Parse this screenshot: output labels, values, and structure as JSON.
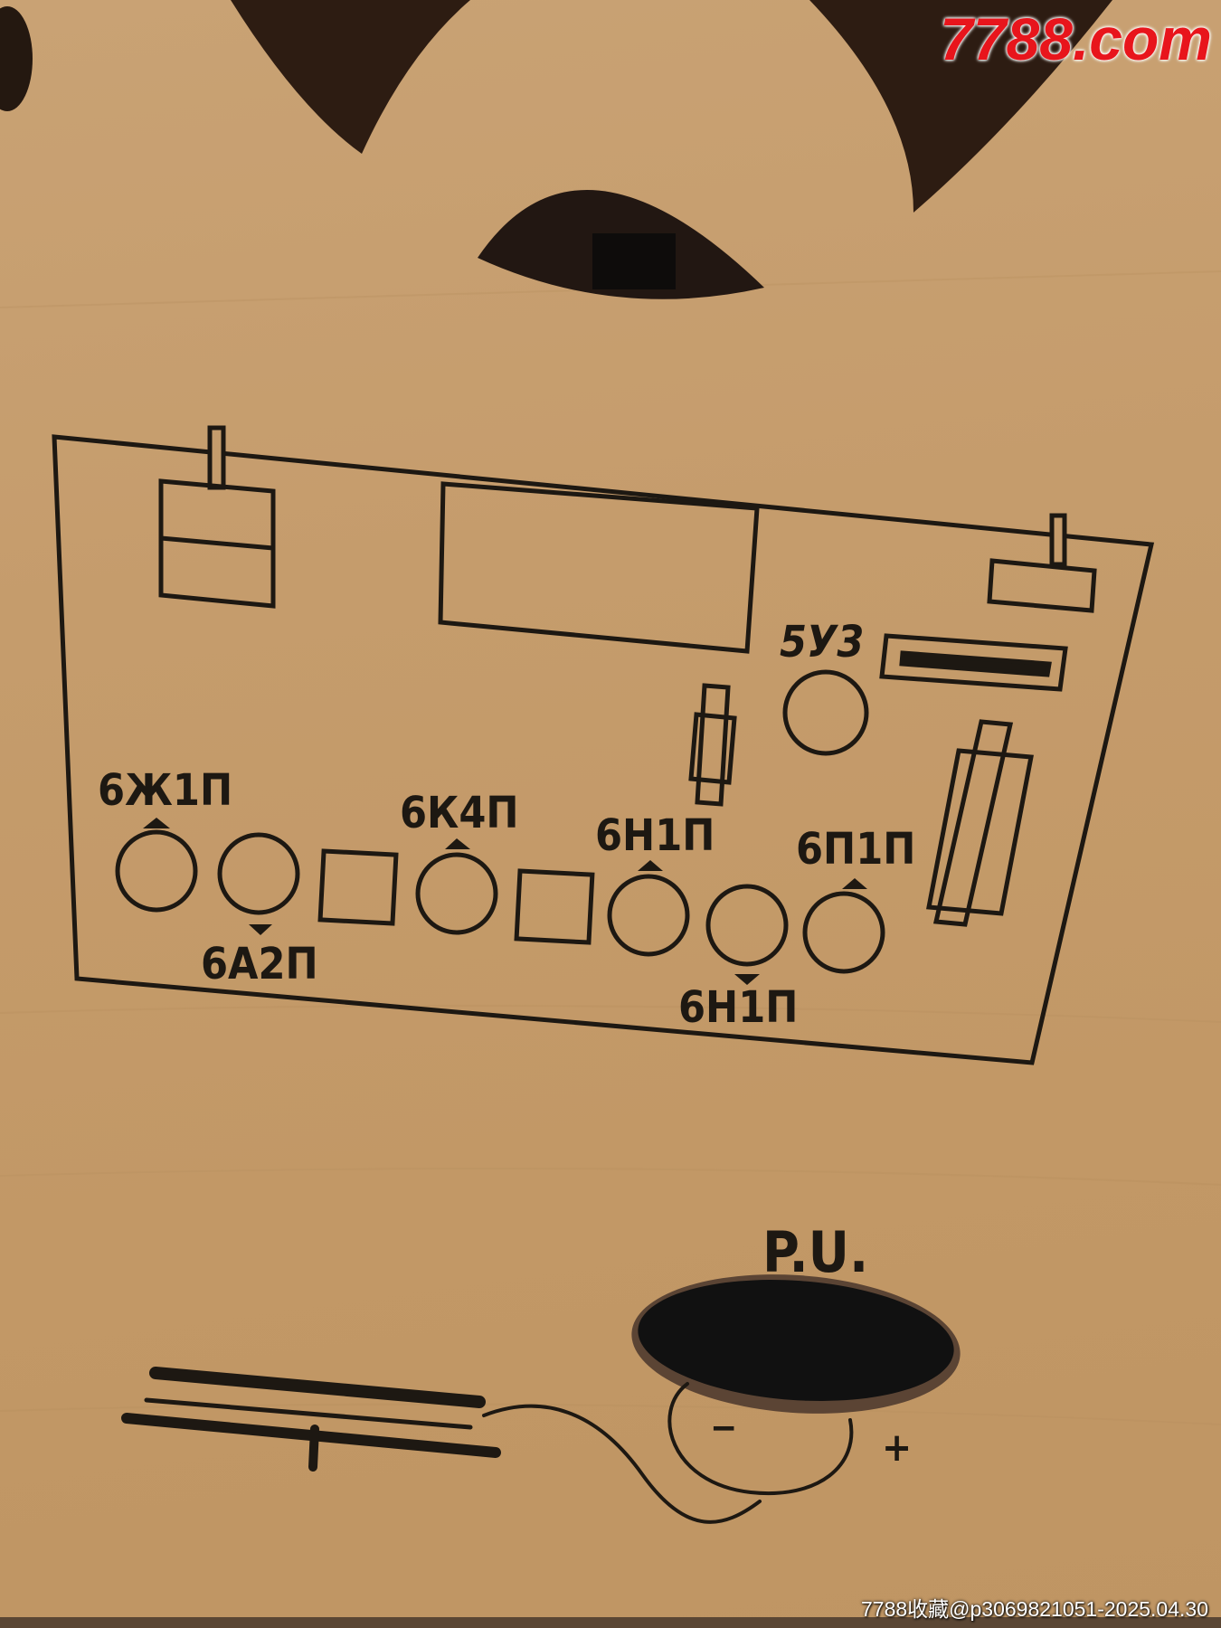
{
  "watermark": {
    "logo": "7788.com",
    "caption": "7788收藏@p3069821051-2025.04.30"
  },
  "panel": {
    "rectifier_label": "5У3",
    "tube_labels": {
      "t1": "6Ж1П",
      "t2": "6А2П",
      "t3": "6К4П",
      "t4": "6Н1П",
      "t5": "6Н1П",
      "t6": "6П1П"
    }
  },
  "pickup": {
    "label": "P.U.",
    "minus": "−",
    "plus": "+"
  },
  "colors": {
    "wood": "#c59c6c",
    "ink": "#1d1812",
    "watermark_red": "#e8151c"
  }
}
